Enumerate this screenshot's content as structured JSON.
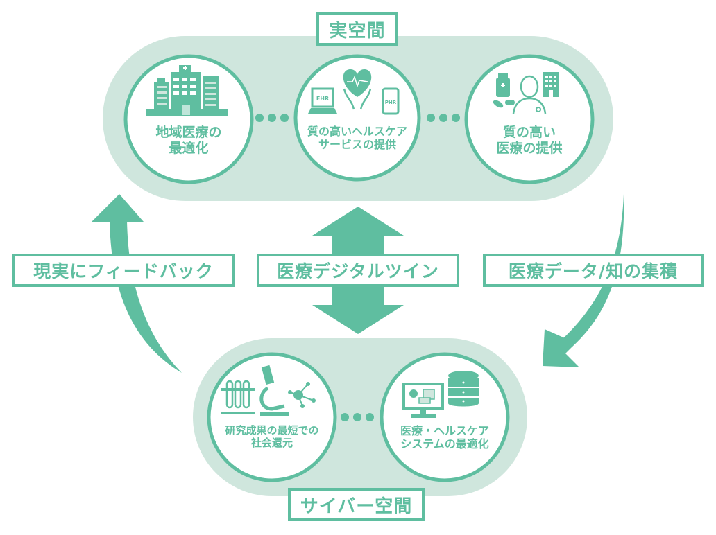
{
  "colors": {
    "accent": "#5fbea0",
    "capsule": "#cfe6dd",
    "background": "#ffffff"
  },
  "real_space": {
    "label": "実空間",
    "nodes": [
      {
        "icon": "hospital-buildings-icon",
        "lines": [
          "地域医療の",
          "最適化"
        ]
      },
      {
        "icon": "healthcare-ehr-phr-icon",
        "icon_texts": [
          "EHR",
          "PHR"
        ],
        "lines": [
          "質の高いヘルスケア",
          "サービスの提供"
        ]
      },
      {
        "icon": "doctor-medicine-hospital-icon",
        "lines": [
          "質の高い",
          "医療の提供"
        ]
      }
    ]
  },
  "cyber_space": {
    "label": "サイバー空間",
    "nodes": [
      {
        "icon": "lab-research-icon",
        "lines": [
          "研究成果の最短での",
          "社会還元"
        ]
      },
      {
        "icon": "monitor-database-icon",
        "lines": [
          "医療・ヘルスケア",
          "システムの最適化"
        ]
      }
    ]
  },
  "flows": {
    "left": "現実にフィードバック",
    "center": "医療デジタルツイン",
    "right": "医療データ/知の集積"
  }
}
